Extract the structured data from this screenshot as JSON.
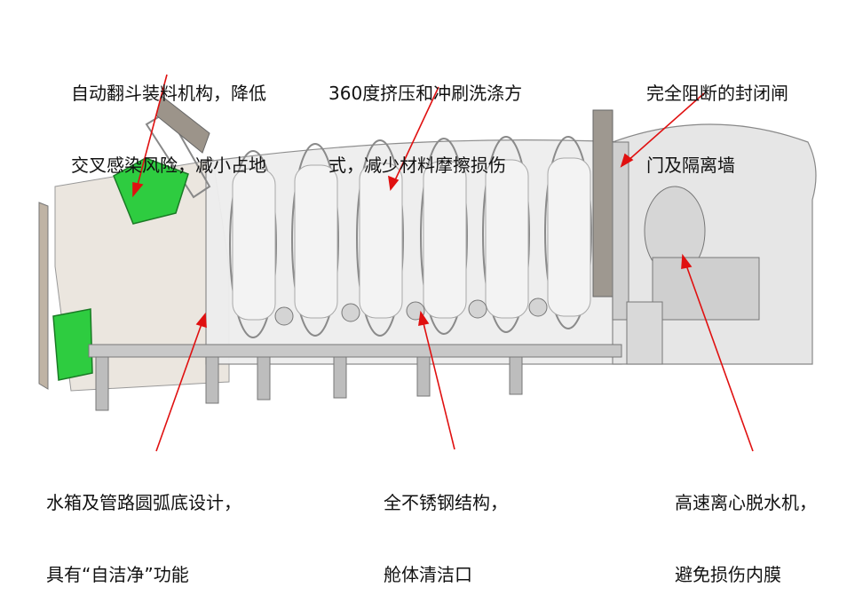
{
  "callouts": {
    "autoload": [
      "自动翻斗装料机构，降低",
      "交叉感染风险，减小占地"
    ],
    "wash": [
      "360度挤压和冲刷洗涤方",
      "式，减少材料摩擦损伤"
    ],
    "gate": [
      "完全阻断的封闭闸",
      "门及隔离墙"
    ],
    "tank": [
      "水箱及管路圆弧底设计，",
      "具有“自洁净”功能"
    ],
    "steel": [
      "全不锈钢结构，",
      "舱体清洁口"
    ],
    "spin": [
      "高速离心脱水机，",
      "避免损伤内膜"
    ]
  },
  "colors": {
    "arrow": "#e01010",
    "bin": "#2ecc40",
    "frame": "#8a8a8a"
  }
}
